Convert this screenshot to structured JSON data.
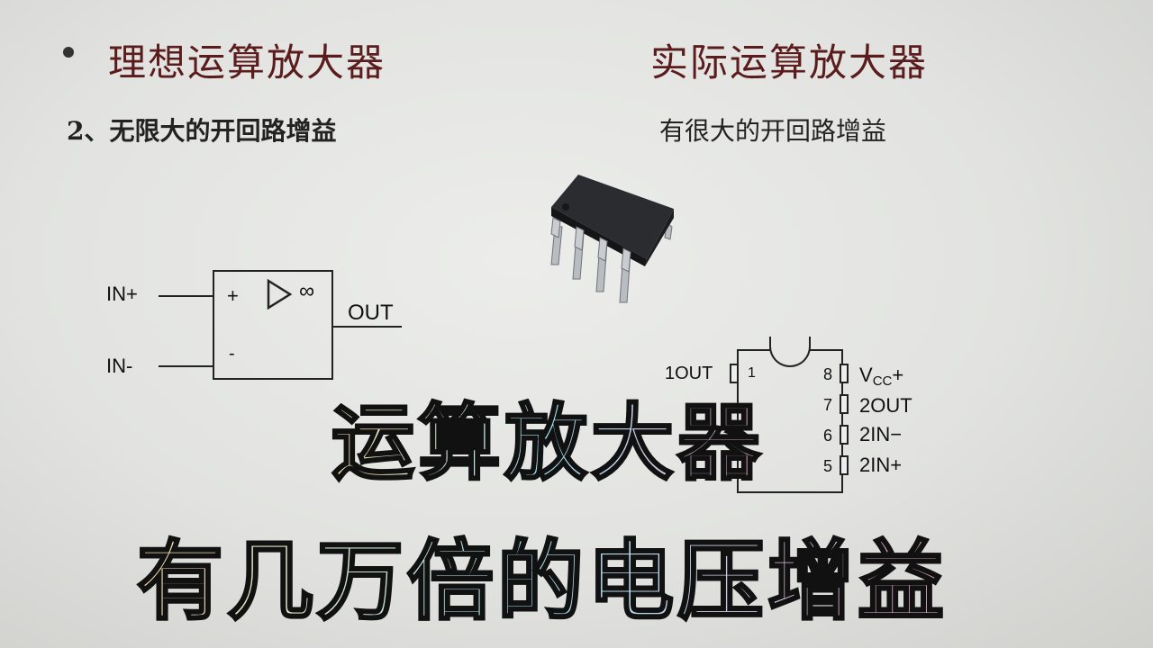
{
  "slide": {
    "left_title": "理想运算放大器",
    "right_title": "实际运算放大器",
    "left_subtitle": "2、无限大的开回路增益",
    "right_subtitle": "有很大的开回路增益"
  },
  "opamp": {
    "in_plus": "IN+",
    "in_minus": "IN-",
    "out": "OUT",
    "plus_sign": "+",
    "minus_sign": "-",
    "infinity": "∞"
  },
  "pinout": {
    "left_pins": [
      "1OUT"
    ],
    "right_pins": [
      {
        "num": "8",
        "label": "V",
        "sub": "CC",
        "suffix": "+"
      },
      {
        "num": "7",
        "label": "2OUT"
      },
      {
        "num": "6",
        "label": "2IN−"
      },
      {
        "num": "5",
        "label": "2IN+"
      }
    ],
    "left_num": "1"
  },
  "captions": {
    "line1": "运算放大器",
    "line2": "有几万倍的电压增益"
  }
}
